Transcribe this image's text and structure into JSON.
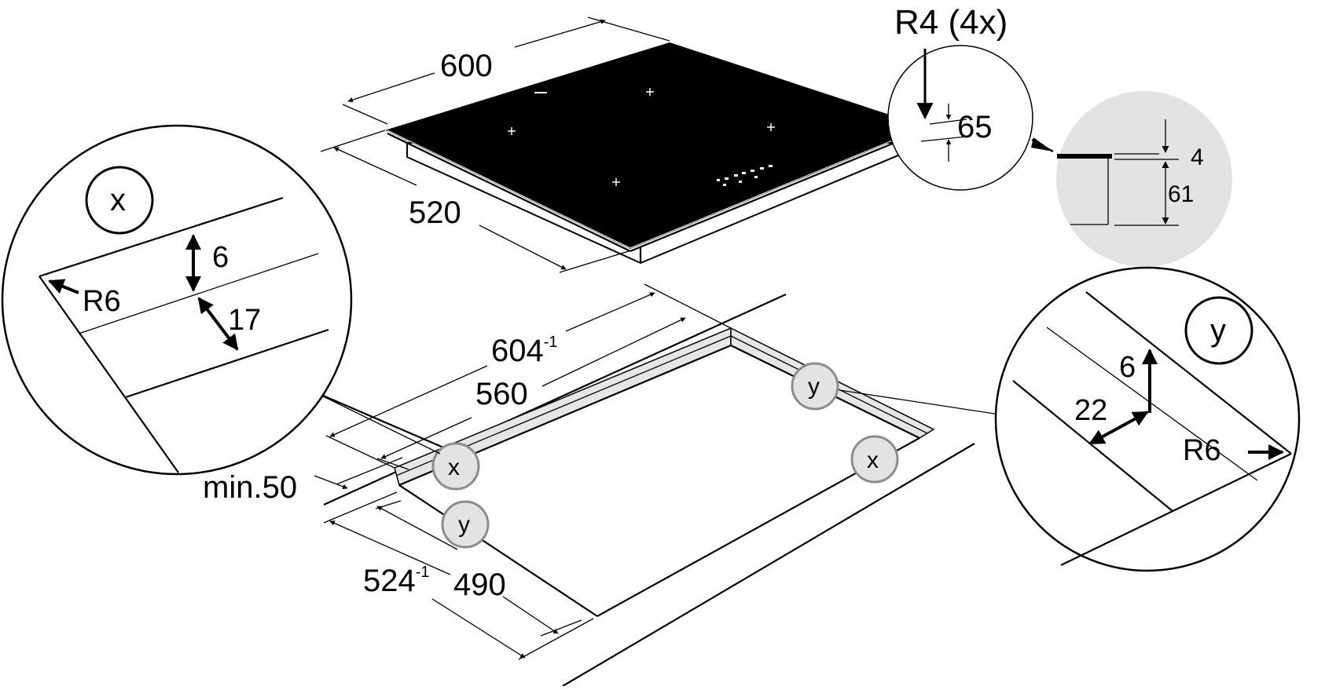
{
  "hob": {
    "width": "600",
    "depth": "520",
    "corner_radius": "R4 (4x)",
    "edge_height": "65",
    "detail_glass": "4",
    "detail_body": "61"
  },
  "cutout": {
    "width": "604",
    "width_tolerance": "-1",
    "inner_width": "560",
    "depth": "524",
    "depth_tolerance": "-1",
    "inner_depth": "490",
    "min_distance": "min.50"
  },
  "markers": {
    "x": "x",
    "y": "y"
  },
  "detail_x": {
    "label": "x",
    "ledge": "6",
    "width": "17",
    "radius": "R6"
  },
  "detail_y": {
    "label": "y",
    "ledge": "6",
    "width": "22",
    "radius": "R6"
  }
}
